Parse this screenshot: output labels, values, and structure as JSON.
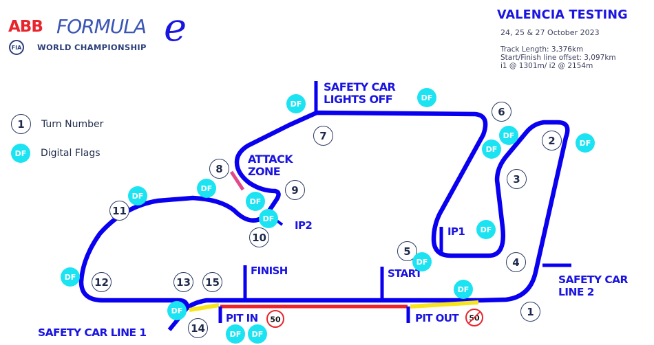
{
  "logo": {
    "sponsor": "ABB",
    "series": "FORMULA",
    "series_mark": "e",
    "federation": "FIA",
    "championship": "WORLD CHAMPIONSHIP"
  },
  "header": {
    "title": "VALENCIA TESTING",
    "dates": "24, 25 & 27 October 2023",
    "info": [
      "Track Length: 3,376km",
      "Start/Finish line offset: 3,097km",
      "i1 @ 1301m/ i2 @ 2154m"
    ]
  },
  "legend": {
    "turn_example": "1",
    "turn_label": "Turn Number",
    "df_example": "DF",
    "df_label": "Digital Flags"
  },
  "colors": {
    "track": "#0a00f0",
    "label_blue": "#1a14e0",
    "digital_flag": "#1ce3f2",
    "pit_lane_speed_limited": "#e8242c",
    "pit_lane_entry_exit": "#f6e51c",
    "attack_zone": "#e04a8c",
    "turn_badge_text": "#1f2a4a"
  },
  "track_labels": {
    "safety_car_lights_off": [
      "SAFETY CAR",
      "LIGHTS OFF"
    ],
    "attack_zone": [
      "ATTACK",
      "ZONE"
    ],
    "ip1": "IP1",
    "ip2": "IP2",
    "finish": "FINISH",
    "start": "START",
    "pit_in": "PIT IN",
    "pit_out": "PIT OUT",
    "safety_car_line_1": "SAFETY CAR LINE 1",
    "safety_car_line_2": [
      "SAFETY CAR",
      "LINE 2"
    ]
  },
  "speed_limits": {
    "pit_in": {
      "value": "50",
      "type": "limit"
    },
    "pit_out": {
      "value": "50",
      "type": "end-of-limit"
    }
  },
  "turns": [
    "1",
    "2",
    "3",
    "4",
    "5",
    "6",
    "7",
    "8",
    "9",
    "10",
    "11",
    "12",
    "13",
    "14",
    "15"
  ],
  "digital_flag_label": "DF",
  "digital_flag_count": 16
}
